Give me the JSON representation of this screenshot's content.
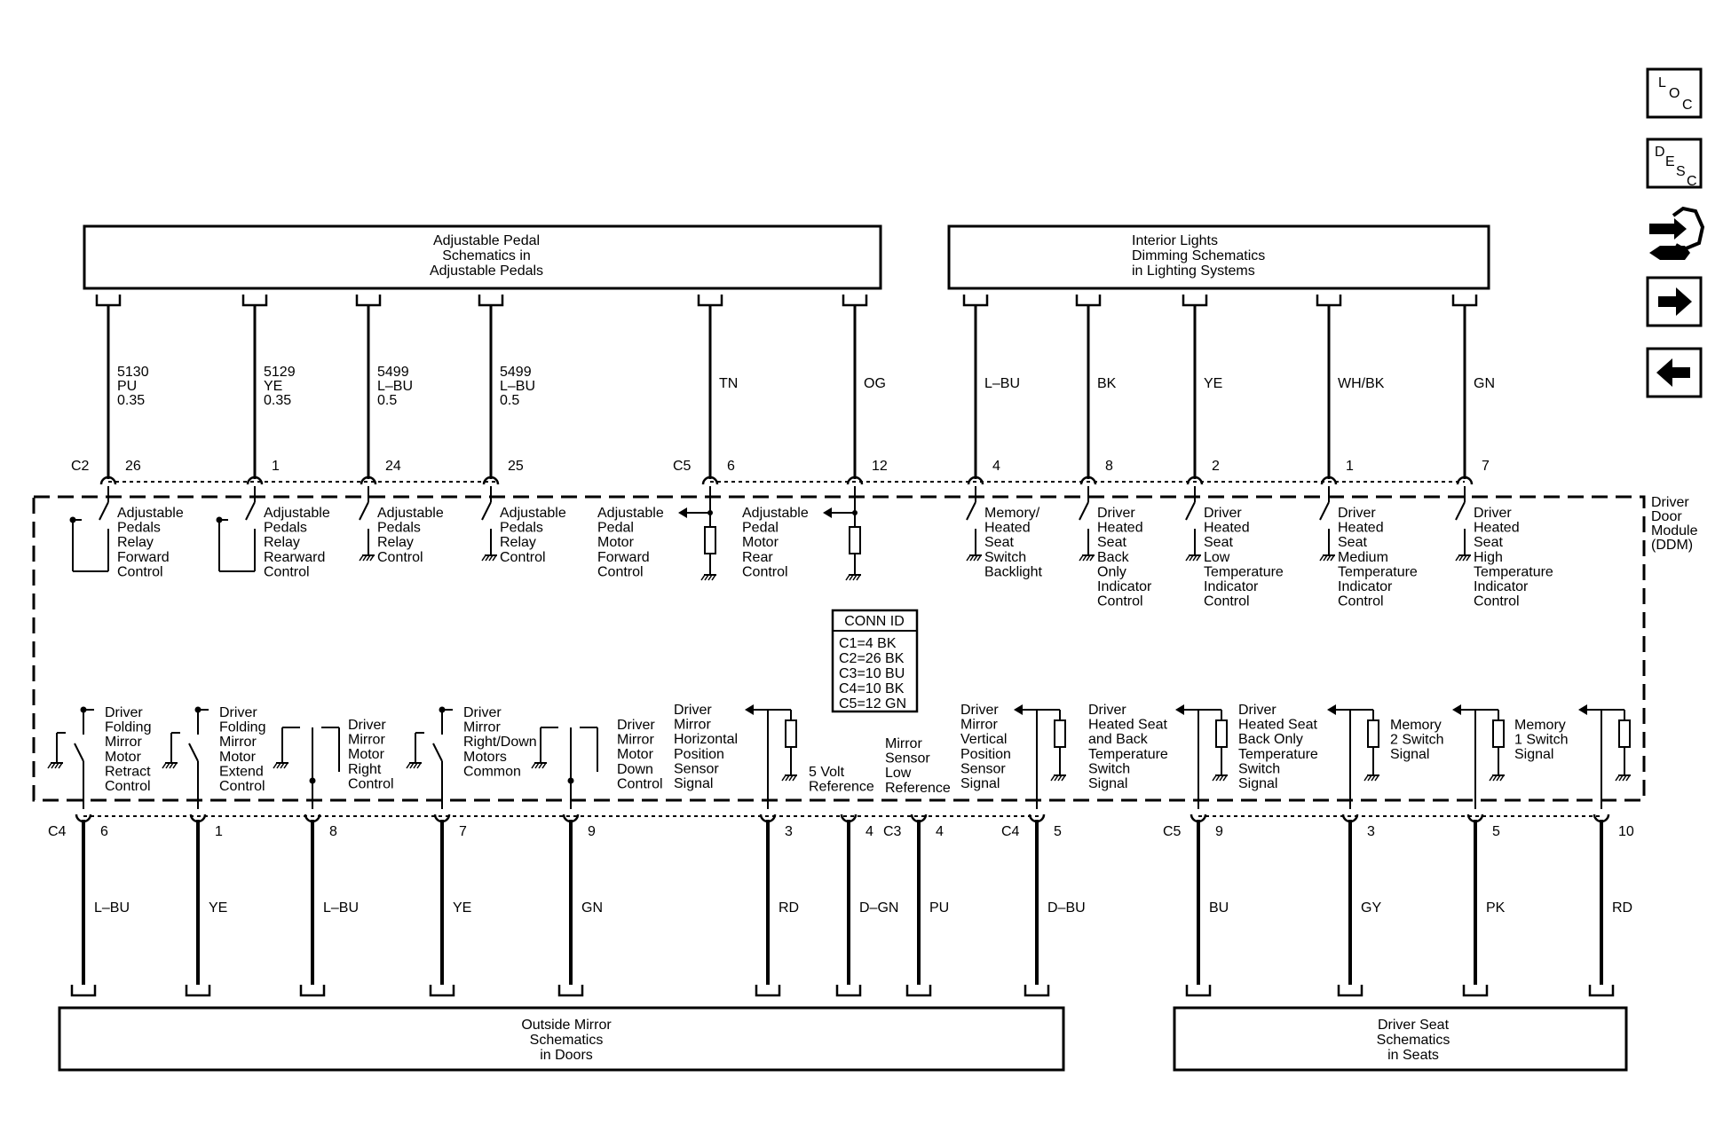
{
  "top_boxes": {
    "pedals": [
      "Adjustable Pedal",
      "Schematics in",
      "Adjustable Pedals"
    ],
    "lights": [
      "Interior Lights",
      "Dimming Schematics",
      "in Lighting Systems"
    ]
  },
  "bottom_boxes": {
    "mirror": [
      "Outside Mirror",
      "Schematics",
      "in Doors"
    ],
    "seat": [
      "Driver Seat",
      "Schematics",
      "in Seats"
    ]
  },
  "module_label": [
    "Driver",
    "Door",
    "Module",
    "(DDM)"
  ],
  "conn_id": {
    "title": "CONN ID",
    "rows": [
      "C1=4 BK",
      "C2=26 BK",
      "C3=10 BU",
      "C4=10 BK",
      "C5=12 GN"
    ]
  },
  "top_wires": [
    {
      "wire": [
        "5130",
        "PU",
        "0.35"
      ],
      "conn": "C2",
      "pin": "26",
      "label": [
        "Adjustable",
        "Pedals",
        "Relay",
        "Forward",
        "Control"
      ]
    },
    {
      "wire": [
        "5129",
        "YE",
        "0.35"
      ],
      "conn": "",
      "pin": "1",
      "label": [
        "Adjustable",
        "Pedals",
        "Relay",
        "Rearward",
        "Control"
      ]
    },
    {
      "wire": [
        "5499",
        "L–BU",
        "0.5"
      ],
      "conn": "",
      "pin": "24",
      "label": [
        "Adjustable",
        "Pedals",
        "Relay",
        "Control"
      ]
    },
    {
      "wire": [
        "5499",
        "L–BU",
        "0.5"
      ],
      "conn": "",
      "pin": "25",
      "label": [
        "Adjustable",
        "Pedals",
        "Relay",
        "Control"
      ]
    },
    {
      "wire": [
        "TN"
      ],
      "conn": "C5",
      "pin": "6",
      "label": [
        "Adjustable",
        "Pedal",
        "Motor",
        "Forward",
        "Control"
      ]
    },
    {
      "wire": [
        "OG"
      ],
      "conn": "",
      "pin": "12",
      "label": [
        "Adjustable",
        "Pedal",
        "Motor",
        "Rear",
        "Control"
      ]
    },
    {
      "wire": [
        "L–BU"
      ],
      "conn": "",
      "pin": "4",
      "label": [
        "Memory/",
        "Heated",
        "Seat",
        "Switch",
        "Backlight"
      ]
    },
    {
      "wire": [
        "BK"
      ],
      "conn": "",
      "pin": "8",
      "label": [
        "Driver",
        "Heated",
        "Seat",
        "Back",
        "Only",
        "Indicator",
        "Control"
      ]
    },
    {
      "wire": [
        "YE"
      ],
      "conn": "",
      "pin": "2",
      "label": [
        "Driver",
        "Heated",
        "Seat",
        "Low",
        "Temperature",
        "Indicator",
        "Control"
      ]
    },
    {
      "wire": [
        "WH/BK"
      ],
      "conn": "",
      "pin": "1",
      "label": [
        "Driver",
        "Heated",
        "Seat",
        "Medium",
        "Temperature",
        "Indicator",
        "Control"
      ]
    },
    {
      "wire": [
        "GN"
      ],
      "conn": "",
      "pin": "7",
      "label": [
        "Driver",
        "Heated",
        "Seat",
        "High",
        "Temperature",
        "Indicator",
        "Control"
      ]
    }
  ],
  "bottom_wires": [
    {
      "color": "L–BU",
      "conn": "C4",
      "pin": "6",
      "label": [
        "Driver",
        "Folding",
        "Mirror",
        "Motor",
        "Retract",
        "Control"
      ]
    },
    {
      "color": "YE",
      "conn": "",
      "pin": "1",
      "label": [
        "Driver",
        "Folding",
        "Mirror",
        "Motor",
        "Extend",
        "Control"
      ]
    },
    {
      "color": "L–BU",
      "conn": "",
      "pin": "8",
      "label": [
        "Driver",
        "Mirror",
        "Motor",
        "Right",
        "Control"
      ]
    },
    {
      "color": "YE",
      "conn": "",
      "pin": "7",
      "label": [
        "Driver",
        "Mirror",
        "Right/Down",
        "Motors",
        "Common"
      ]
    },
    {
      "color": "GN",
      "conn": "",
      "pin": "9",
      "label": [
        "Driver",
        "Mirror",
        "Motor",
        "Down",
        "Control"
      ]
    },
    {
      "color": "RD",
      "conn": "",
      "pin": "3",
      "label": [
        "Driver",
        "Mirror",
        "Horizontal",
        "Position",
        "Sensor",
        "Signal"
      ]
    },
    {
      "color": "D–GN",
      "conn": "",
      "pin": "4",
      "label": [
        "5 Volt",
        "Reference"
      ]
    },
    {
      "color": "PU",
      "conn": "C3",
      "pin": "4",
      "label": [
        "Mirror",
        "Sensor",
        "Low",
        "Reference"
      ]
    },
    {
      "color": "D–BU",
      "conn": "C4",
      "pin": "5",
      "label": [
        "Driver",
        "Mirror",
        "Vertical",
        "Position",
        "Sensor",
        "Signal"
      ]
    },
    {
      "color": "BU",
      "conn": "C5",
      "pin": "9",
      "label": [
        "Driver",
        "Heated Seat",
        "and Back",
        "Temperature",
        "Switch",
        "Signal"
      ]
    },
    {
      "color": "GY",
      "conn": "",
      "pin": "3",
      "label": [
        "Driver",
        "Heated Seat",
        "Back Only",
        "Temperature",
        "Switch",
        "Signal"
      ]
    },
    {
      "color": "PK",
      "conn": "",
      "pin": "5",
      "label": [
        "Memory",
        "2 Switch",
        "Signal"
      ]
    },
    {
      "color": "RD",
      "conn": "",
      "pin": "10",
      "label": [
        "Memory",
        "1 Switch",
        "Signal"
      ]
    }
  ],
  "nav_buttons": [
    {
      "name": "loc-button",
      "letters": [
        "L",
        "O",
        "C"
      ]
    },
    {
      "name": "desc-button",
      "letters": [
        "D",
        "E",
        "S",
        "C"
      ]
    },
    {
      "name": "connector-wrench-icon"
    },
    {
      "name": "next-arrow-icon"
    },
    {
      "name": "prev-arrow-icon"
    }
  ]
}
